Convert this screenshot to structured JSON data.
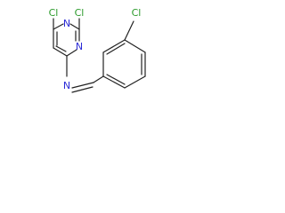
{
  "molecule": {
    "atoms": {
      "cl_left": "Cl",
      "cl_right": "Cl",
      "cl_para": "Cl",
      "n_ring_top": "N",
      "n_ring_right": "N",
      "n_imine": "N"
    },
    "colors": {
      "chlorine": "#2a9a2a",
      "nitrogen": "#2a2ad6",
      "bond": "#222222",
      "background": "#ffffff"
    }
  }
}
